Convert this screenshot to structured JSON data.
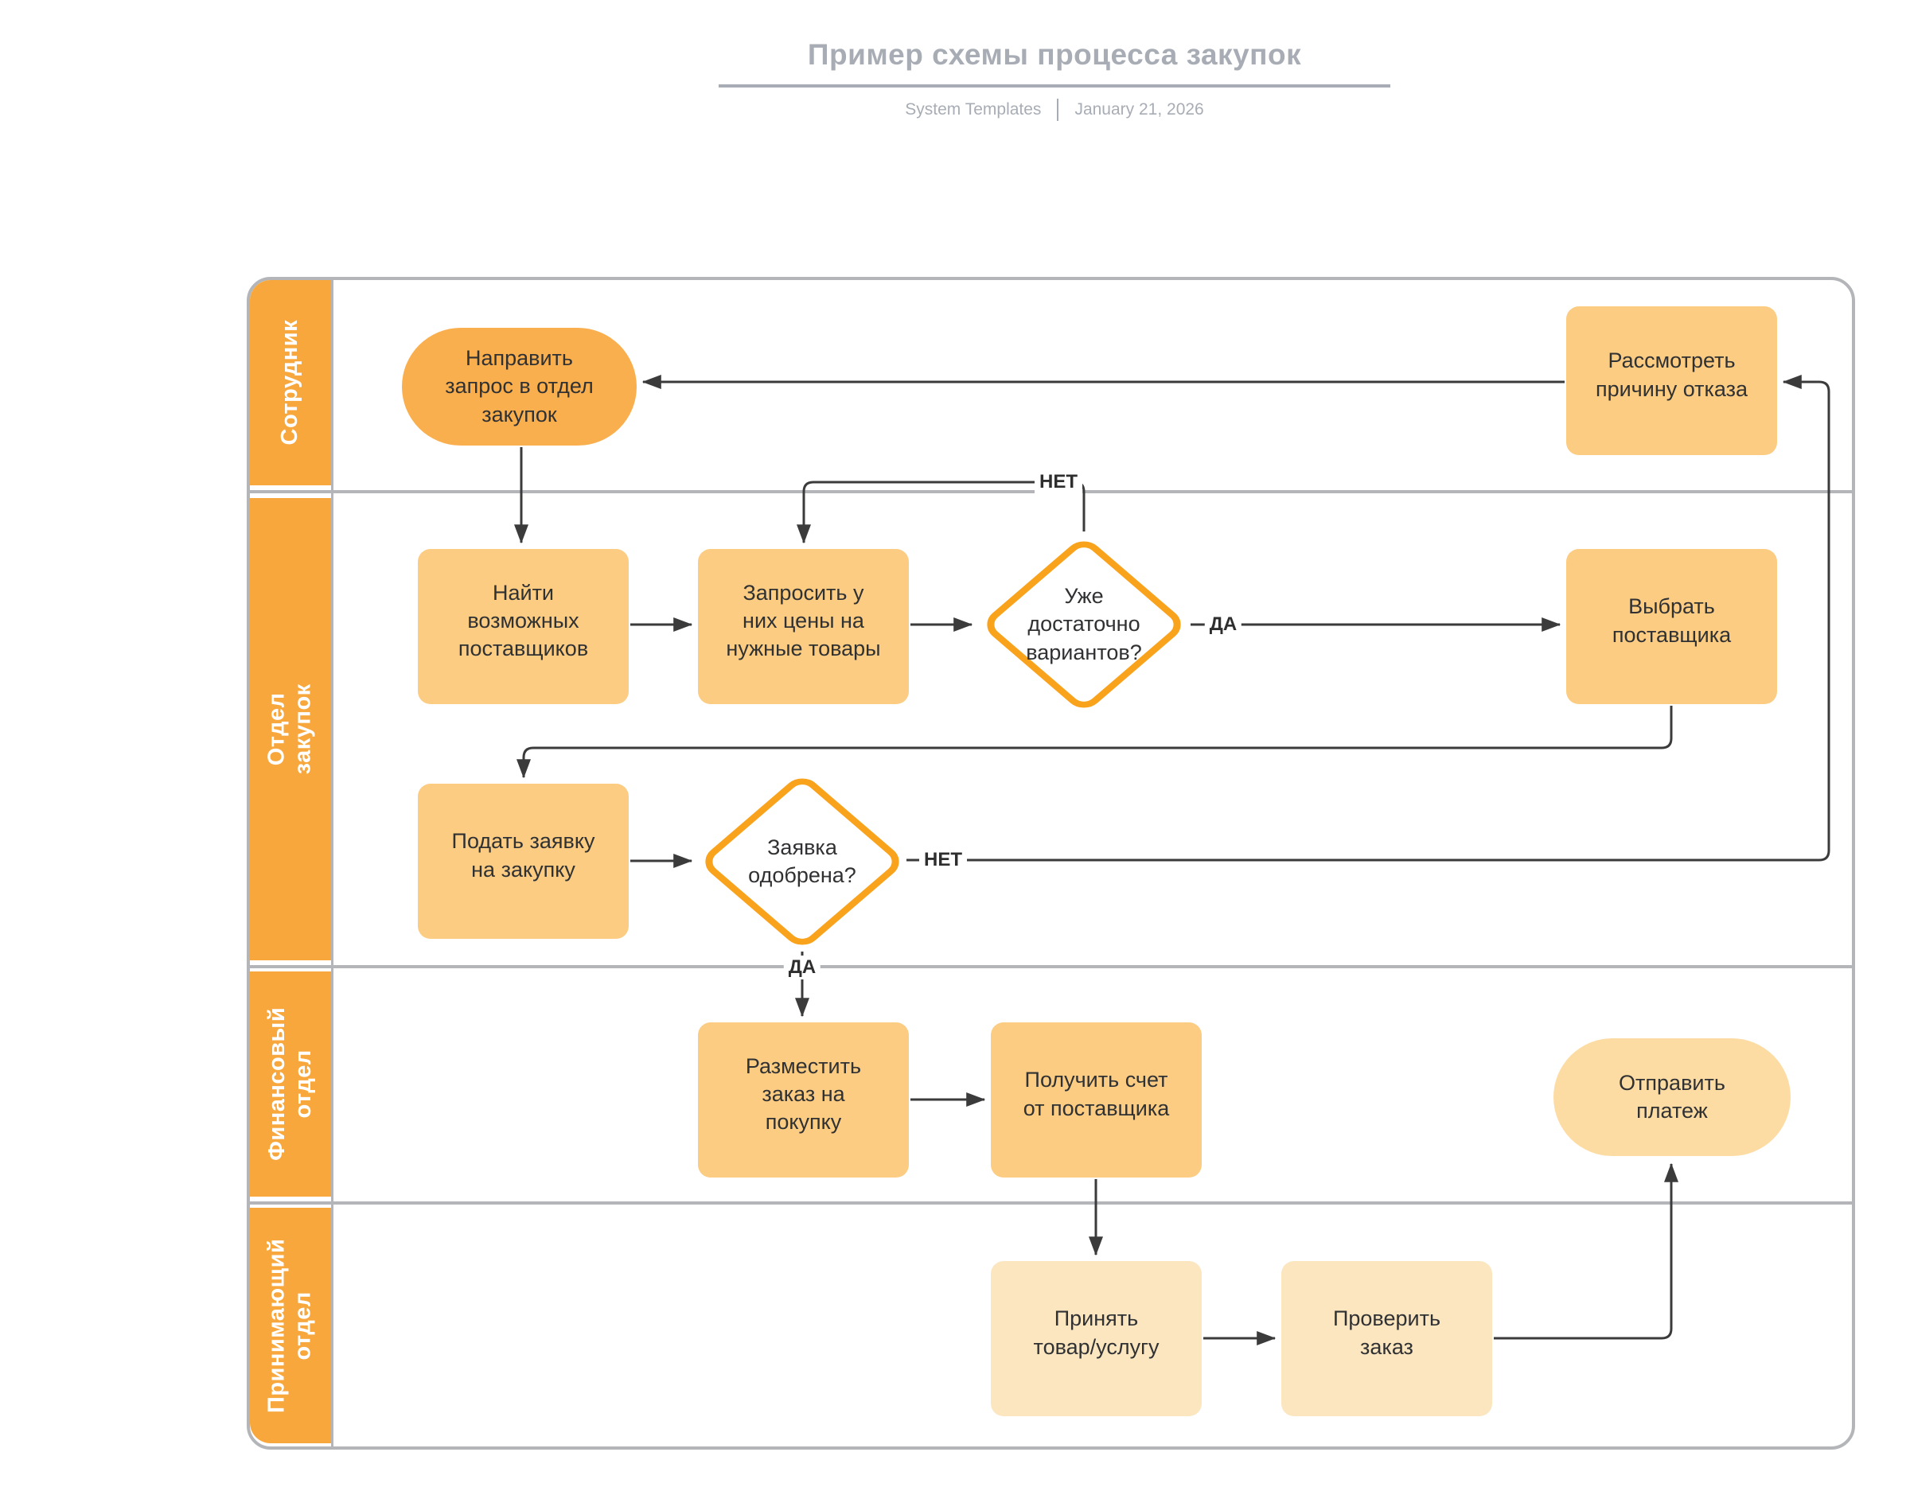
{
  "header": {
    "title": "Пример схемы процесса закупок",
    "author": "System Templates",
    "date": "January 21, 2026"
  },
  "lanes": [
    {
      "label": "Сотрудник"
    },
    {
      "label": "Отдел закупок"
    },
    {
      "label": "Финансовый\nотдел"
    },
    {
      "label": "Принимающий\nотдел"
    }
  ],
  "nodes": {
    "start": "Направить\nзапрос в отдел\nзакупок",
    "review_rejection": "Рассмотреть\nпричину отказа",
    "find_suppliers": "Найти\nвозможных\nпоставщиков",
    "request_prices": "Запросить у\nних цены на\nнужные товары",
    "enough_options": "Уже\nдостаточно\nвариантов?",
    "choose_supplier": "Выбрать\nпоставщика",
    "submit_request": "Подать заявку\nна закупку",
    "request_approved": "Заявка\nодобрена?",
    "place_order": "Разместить\nзаказ на\nпокупку",
    "receive_invoice": "Получить счет\nот поставщика",
    "send_payment": "Отправить\nплатеж",
    "accept_goods": "Принять\nтовар/услугу",
    "verify_order": "Проверить\nзаказ"
  },
  "edge_labels": {
    "no_enough": "НЕТ",
    "yes_enough": "ДА",
    "no_approved": "НЕТ",
    "yes_approved": "ДА"
  },
  "colors": {
    "lane_header": "#F8A73C",
    "start_node": "#FAAF4E",
    "process_node": "#FBCC82",
    "receiving_node": "#FCE6C0",
    "end_node": "#FDDCA4",
    "decision_border": "#F9A21B",
    "arrow": "#3B3B3B",
    "lane_border": "#B3B5B8",
    "title_text": "#A8ADB5",
    "node_text": "#303133"
  }
}
